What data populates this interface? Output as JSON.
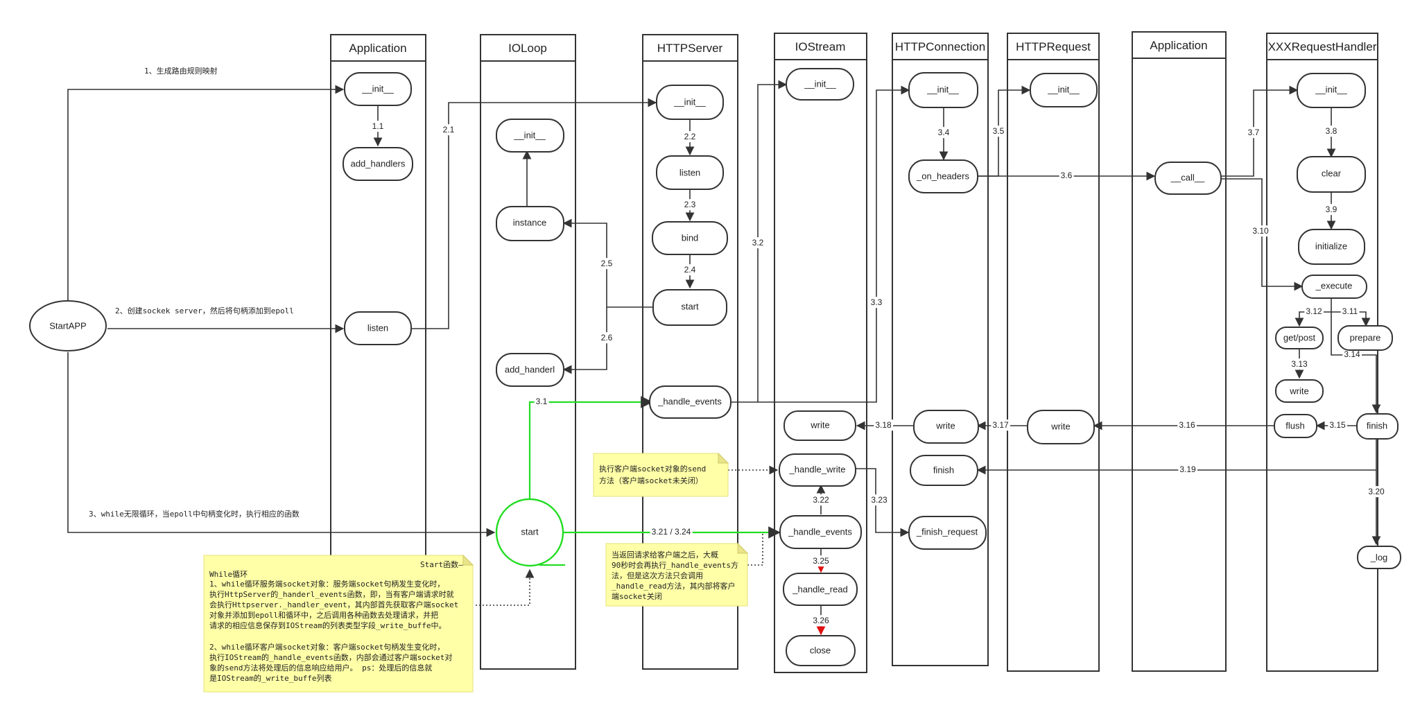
{
  "lanes": [
    {
      "id": "app1",
      "title": "Application"
    },
    {
      "id": "ioloop",
      "title": "IOLoop"
    },
    {
      "id": "httpserver",
      "title": "HTTPServer"
    },
    {
      "id": "iostream",
      "title": "IOStream"
    },
    {
      "id": "httpconn",
      "title": "HTTPConnection"
    },
    {
      "id": "httpreq",
      "title": "HTTPRequest"
    },
    {
      "id": "app2",
      "title": "Application"
    },
    {
      "id": "handler",
      "title": "XXXRequestHandler"
    }
  ],
  "nodes": {
    "startapp": "StartAPP",
    "app_init": "__init__",
    "add_handlers": "add_handlers",
    "app_listen": "listen",
    "loop_init": "__init__",
    "loop_instance": "instance",
    "loop_add_handler": "add_handerl",
    "loop_start": "start",
    "srv_init": "__init__",
    "srv_listen": "listen",
    "srv_bind": "bind",
    "srv_start": "start",
    "srv_handle_events": "_handle_events",
    "ios_init": "__init__",
    "ios_write": "write",
    "ios_handle_write": "_handle_write",
    "ios_handle_events": "_handle_events",
    "ios_handle_read": "_handle_read",
    "ios_close": "close",
    "conn_init": "__init__",
    "conn_on_headers": "_on_headers",
    "conn_write": "write",
    "conn_finish": "finish",
    "conn_finish_request": "_finish_request",
    "req_init": "__init__",
    "req_write": "write",
    "app2_call": "__call__",
    "h_init": "__init__",
    "h_clear": "clear",
    "h_initialize": "initialize",
    "h_execute": "_execute",
    "h_getpost": "get/post",
    "h_prepare": "prepare",
    "h_write": "write",
    "h_flush": "flush",
    "h_finish": "finish",
    "h_log": "_log"
  },
  "edge_labels": {
    "e1_1": "1.1",
    "e2_1": "2.1",
    "e2_2": "2.2",
    "e2_3": "2.3",
    "e2_4": "2.4",
    "e2_5": "2.5",
    "e2_6": "2.6",
    "e3_1": "3.1",
    "e3_2": "3.2",
    "e3_3": "3.3",
    "e3_4": "3.4",
    "e3_5": "3.5",
    "e3_6": "3.6",
    "e3_7": "3.7",
    "e3_8": "3.8",
    "e3_9": "3.9",
    "e3_10": "3.10",
    "e3_11": "3.11",
    "e3_12": "3.12",
    "e3_13": "3.13",
    "e3_14": "3.14",
    "e3_15": "3.15",
    "e3_16": "3.16",
    "e3_17": "3.17",
    "e3_18": "3.18",
    "e3_19": "3.19",
    "e3_20": "3.20",
    "e3_21": "3.21 / 3.24",
    "e3_22": "3.22",
    "e3_23": "3.23",
    "e3_25": "3.25",
    "e3_26": "3.26"
  },
  "side_notes": {
    "step1": "1、生成路由规则映射",
    "step2": "2、创建sockek server，然后将句柄添加到epoll",
    "step3": "3、while无限循环，当epoll中句柄变化时，执行相应的函数"
  },
  "note_start": {
    "title": "Start函数—",
    "lines": [
      "While循环",
      "1、while循环服务端socket对象：服务端socket句柄发生变化时，",
      "执行HttpServer的_handerl_events函数，即，当有客户端请求时就",
      "会执行Httpserver._handler_event，其内部首先获取客户端socket",
      "对象并添加到epoll和循环中，之后调用各种函数去处理请求，并把",
      "请求的相应信息保存到IOStream的列表类型字段_write_buffe中。",
      "",
      "2、while循环客户端socket对象：客户端socket句柄发生变化时，",
      "执行IOStream的_handle_events函数，内部会通过客户端socket对",
      "象的send方法将处理后的信息响应给用户。 ps：处理后的信息就",
      "是IOStream的_write_buffe列表"
    ]
  },
  "note_send": {
    "lines": [
      "执行客户端socket对象的send",
      "方法（客户端socket未关闭）"
    ]
  },
  "note_timeout": {
    "lines": [
      "当返回请求给客户端之后，大概",
      "90秒时会再执行_handle_events方",
      "法，但是这次方法只会调用",
      "_handle_read方法，其内部将客户",
      "端socket关闭"
    ]
  },
  "colors": {
    "green_flow": "#22dd22",
    "red_arrow": "#e01010",
    "note_fill": "#ffffa8",
    "line": "#333333"
  }
}
